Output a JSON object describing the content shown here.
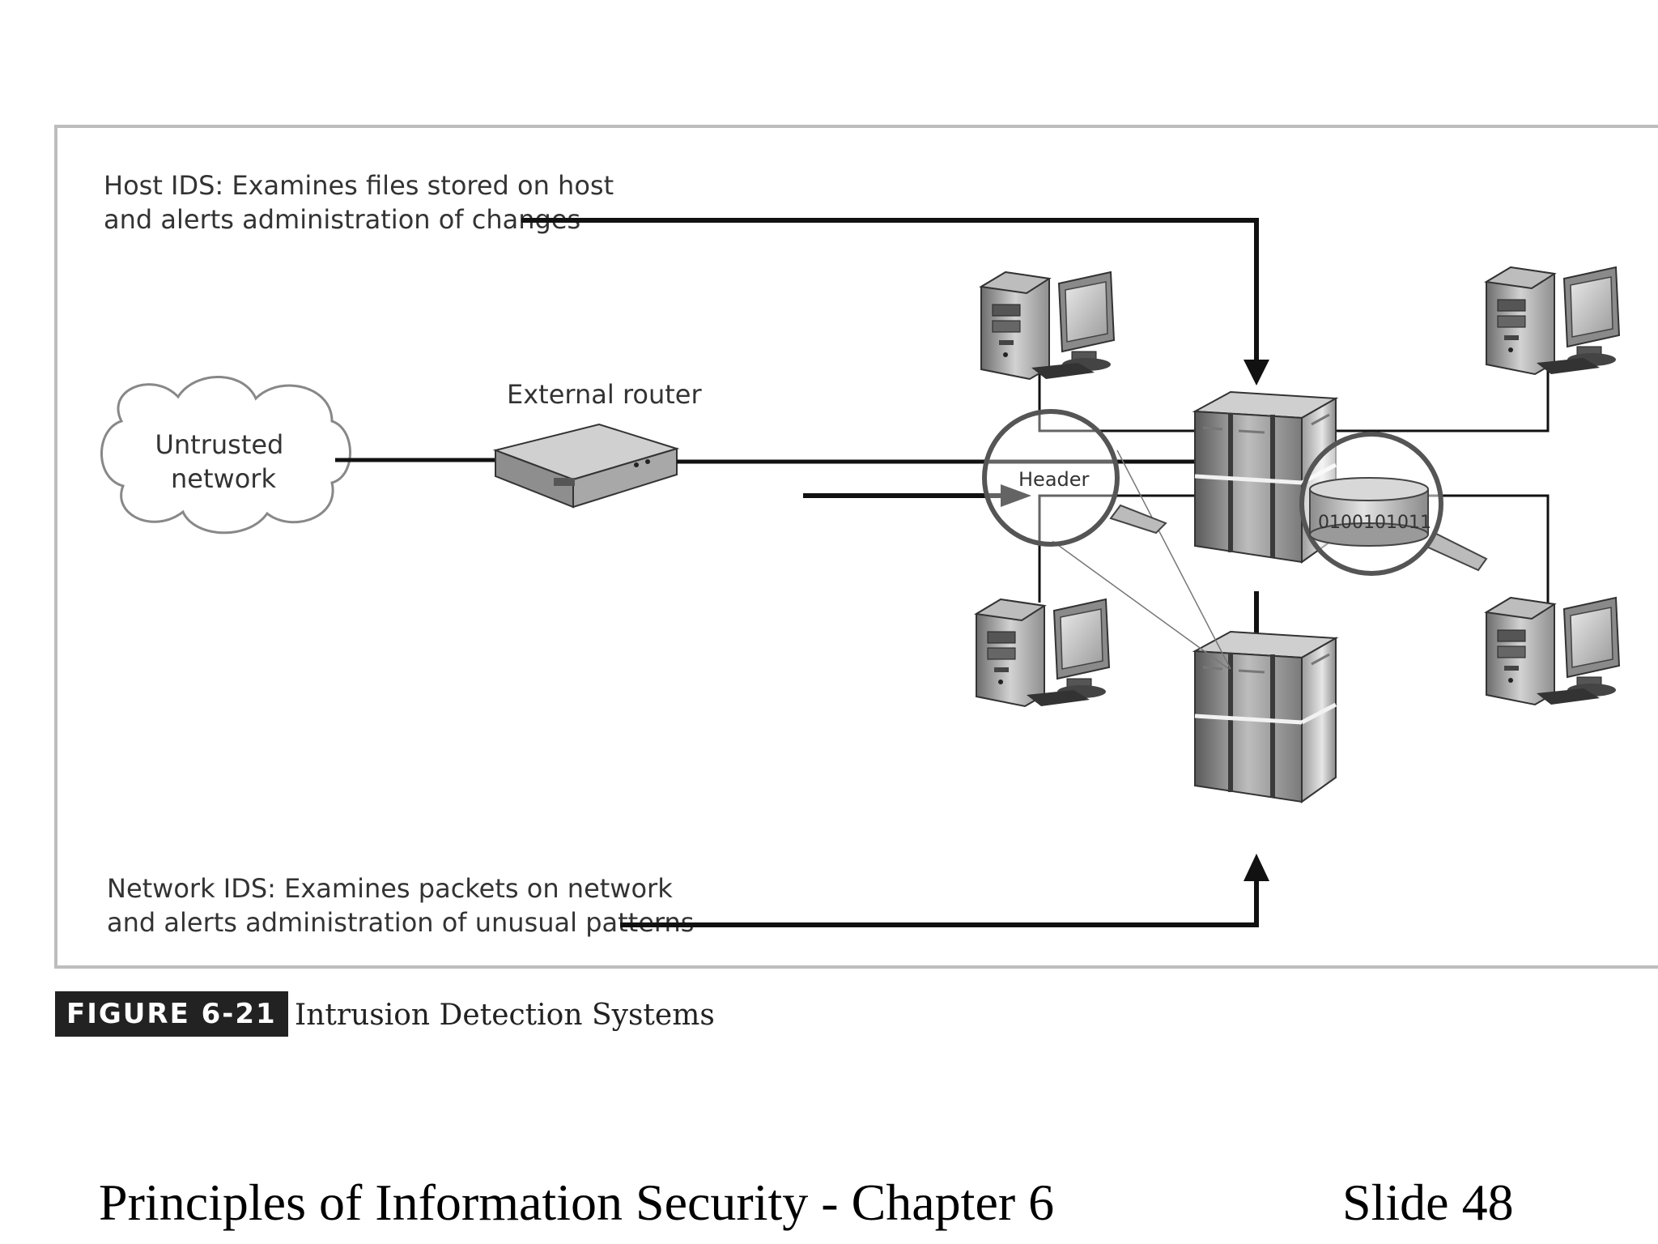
{
  "diagram": {
    "host_ids_label": {
      "line1": "Host IDS: Examines files stored on host",
      "line2": "and alerts administration of changes"
    },
    "network_ids_label": {
      "line1": "Network IDS: Examines packets on network",
      "line2": "and alerts administration of unusual patterns"
    },
    "cloud_label": {
      "line1": "Untrusted",
      "line2": "network"
    },
    "router_label": "External router",
    "header_label": "Header",
    "binary_label": "0100101011"
  },
  "figure": {
    "label": "FIGURE 6-21",
    "caption": "Intrusion Detection Systems"
  },
  "footer": {
    "title": "Principles of Information Security - Chapter 6",
    "slide": "Slide 48"
  }
}
